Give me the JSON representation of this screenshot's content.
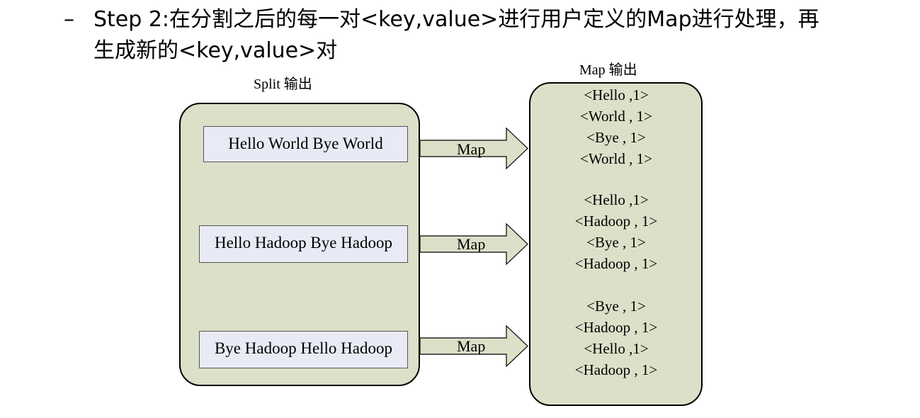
{
  "bullet": {
    "dash": "–",
    "line1": "Step 2:在分割之后的每一对<key,value>进行用户定义的Map进行处理，再",
    "line2": "生成新的<key,value>对"
  },
  "diagram": {
    "split_title": "Split 输出",
    "map_title": "Map 输出",
    "splits": [
      "Hello World Bye World",
      "Hello Hadoop Bye Hadoop",
      "Bye Hadoop Hello Hadoop"
    ],
    "arrow_label": "Map",
    "map_outputs": [
      [
        "<Hello ,1>",
        "<World , 1>",
        "<Bye , 1>",
        "<World , 1>"
      ],
      [
        "<Hello ,1>",
        "<Hadoop , 1>",
        "<Bye , 1>",
        "<Hadoop , 1>"
      ],
      [
        "<Bye , 1>",
        "<Hadoop , 1>",
        "<Hello ,1>",
        "<Hadoop , 1>"
      ]
    ],
    "colors": {
      "panel_fill": "#dde0c8",
      "split_box_fill": "#e8ebf5",
      "arrow_fill": "#dde0c8",
      "stroke": "#000000"
    }
  }
}
